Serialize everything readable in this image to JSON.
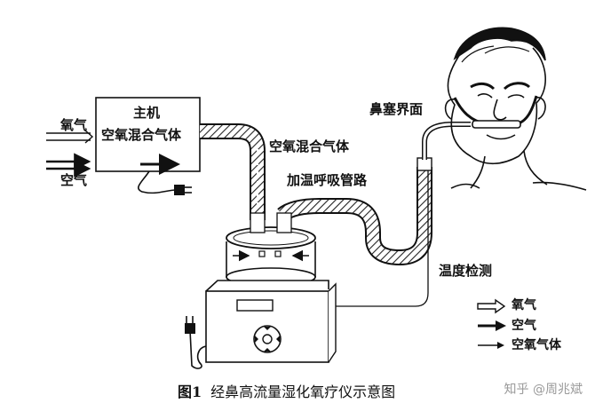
{
  "labels": {
    "main_unit_line1": "主机",
    "main_unit_line2": "空氧混合气体",
    "oxygen_in": "氧气",
    "air_in": "空气",
    "mixed_gas": "空氧混合气体",
    "heated_tube": "加温呼吸管路",
    "nasal_interface": "鼻塞界面",
    "temperature_probe": "温度检测"
  },
  "legend": {
    "items": [
      {
        "label": "氧气",
        "arrow": "hollow-arrow"
      },
      {
        "label": "空气",
        "arrow": "solid-arrow"
      },
      {
        "label": "空氧气体",
        "arrow": "thin-arrow"
      }
    ]
  },
  "caption": {
    "number": "图1",
    "text": "经鼻高流量湿化氧疗仪示意图"
  },
  "watermark": "知乎 @周兆斌"
}
